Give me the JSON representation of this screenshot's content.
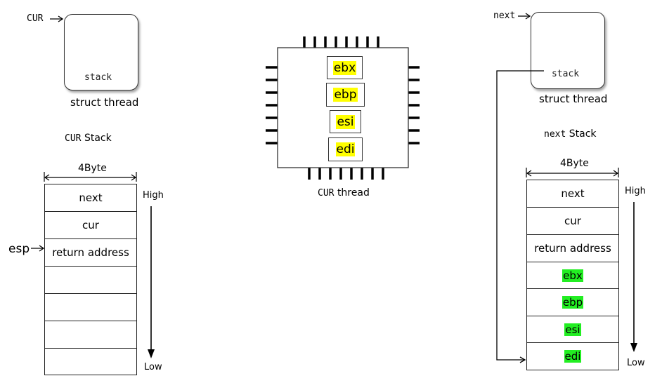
{
  "left": {
    "pointer_label": "CUR",
    "struct_field": "stack",
    "struct_caption": "struct thread",
    "stack_title_mono": "CUR",
    "stack_title_text": "Stack",
    "width_label": "4Byte",
    "cells": [
      "next",
      "cur",
      "return address",
      "",
      "",
      "",
      ""
    ],
    "esp_label": "esp",
    "high_label": "High",
    "low_label": "Low"
  },
  "cpu": {
    "registers": [
      "ebx",
      "ebp",
      "esi",
      "edi"
    ],
    "caption_mono": "CUR",
    "caption_text": "thread"
  },
  "right": {
    "pointer_label": "next",
    "struct_field": "stack",
    "struct_caption": "struct thread",
    "stack_title_mono": "next",
    "stack_title_text": "Stack",
    "width_label": "4Byte",
    "cells": [
      "next",
      "cur",
      "return address",
      "ebx",
      "ebp",
      "esi",
      "edi"
    ],
    "high_label": "High",
    "low_label": "Low"
  },
  "colors": {
    "register_highlight": "#ffff00",
    "saved_register_highlight": "#22ee22"
  }
}
